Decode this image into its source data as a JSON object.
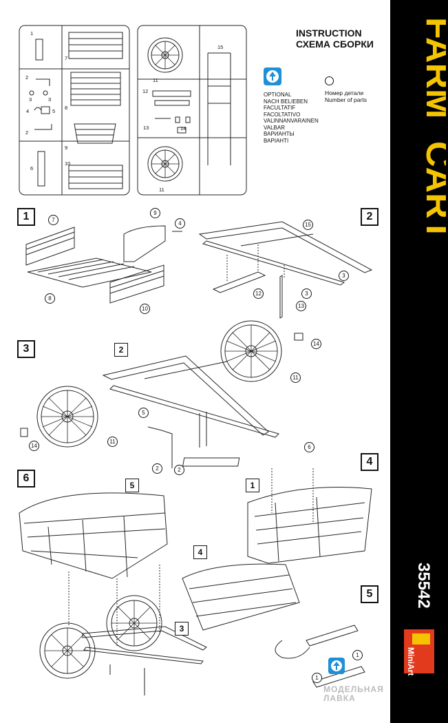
{
  "brand": {
    "title_line1": "FARM",
    "title_line2": "CART",
    "model_number": "35542",
    "logo_text": "MiniArt",
    "title_color": "#f5c400",
    "logo_color": "#e23a1d"
  },
  "header": {
    "title_en": "INSTRUCTION",
    "title_ru": "СХЕМА СБОРКИ"
  },
  "legend": {
    "optional_icon": "optional-swap-icon",
    "optional_labels": [
      "OPTIONAL",
      "NACH BELIEBEN",
      "FACULTATIF",
      "FACOLTATIVO",
      "VALINNANVARAINEN",
      "VALBAR",
      "ВАРИАНТЫ",
      "ВАРІАНТІ"
    ],
    "parts_label_ru": "Номер детали",
    "parts_label_en": "Number of parts",
    "accent": "#1f8fd6"
  },
  "sprues": {
    "left_labels": [
      "1",
      "2",
      "3",
      "3",
      "4",
      "5",
      "2",
      "6",
      "7",
      "8",
      "9",
      "10"
    ],
    "right_labels": [
      "11",
      "12",
      "13",
      "14",
      "11",
      "15"
    ]
  },
  "steps": [
    {
      "number": "1",
      "parts": [
        "7",
        "9",
        "4",
        "8",
        "10"
      ]
    },
    {
      "number": "2",
      "parts": [
        "15",
        "3",
        "3",
        "12",
        "13"
      ]
    },
    {
      "number": "3",
      "ref": "2",
      "parts": [
        "14",
        "11",
        "5",
        "2",
        "2",
        "14",
        "11"
      ]
    },
    {
      "number": "4",
      "ref": "1",
      "parts": [
        "6"
      ]
    },
    {
      "number": "5",
      "parts": [
        "1",
        "1"
      ]
    },
    {
      "number": "6",
      "refs": [
        "5",
        "4",
        "3"
      ]
    }
  ],
  "watermark": {
    "line1": "МОДЕЛЬНАЯ",
    "line2": "ЛАВКА"
  }
}
